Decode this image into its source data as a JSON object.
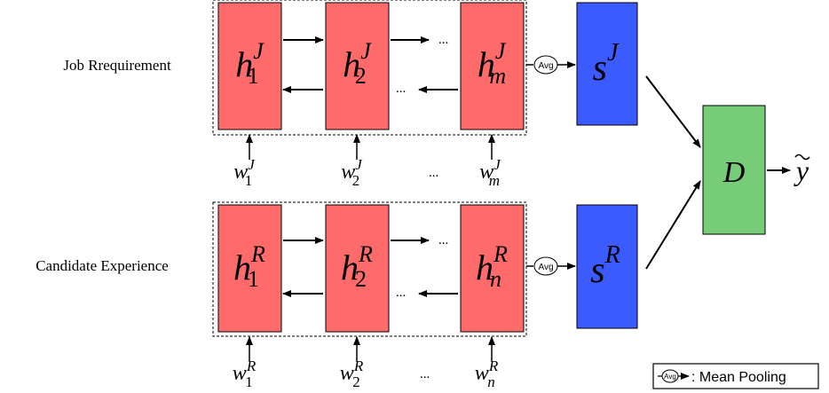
{
  "rows": [
    {
      "label": "Job Rrequirement",
      "hidden": [
        {
          "base": "h",
          "sub": "1",
          "sup": "J"
        },
        {
          "base": "h",
          "sub": "2",
          "sup": "J"
        },
        {
          "base": "h",
          "sub": "m",
          "sup": "J"
        }
      ],
      "inputs": [
        {
          "base": "w",
          "sub": "1",
          "sup": "J"
        },
        {
          "base": "w",
          "sub": "2",
          "sup": "J"
        },
        {
          "base": "w",
          "sub": "m",
          "sup": "J"
        }
      ],
      "pooled": {
        "base": "s",
        "sup": "J"
      }
    },
    {
      "label": "Candidate Experience",
      "hidden": [
        {
          "base": "h",
          "sub": "1",
          "sup": "R"
        },
        {
          "base": "h",
          "sub": "2",
          "sup": "R"
        },
        {
          "base": "h",
          "sub": "n",
          "sup": "R"
        }
      ],
      "inputs": [
        {
          "base": "w",
          "sub": "1",
          "sup": "R"
        },
        {
          "base": "w",
          "sub": "2",
          "sup": "R"
        },
        {
          "base": "w",
          "sub": "n",
          "sup": "R"
        }
      ],
      "pooled": {
        "base": "s",
        "sup": "R"
      }
    }
  ],
  "ellipsis": "...",
  "avg_label": "Avg",
  "discriminator": "D",
  "output": "y",
  "legend": {
    "symbol": "Avg",
    "text": ": Mean Pooling"
  },
  "colors": {
    "hidden_fill": "#ff6b6b",
    "pooled_fill": "#3b5bff",
    "disc_fill": "#77cc77",
    "stroke": "#000000"
  }
}
